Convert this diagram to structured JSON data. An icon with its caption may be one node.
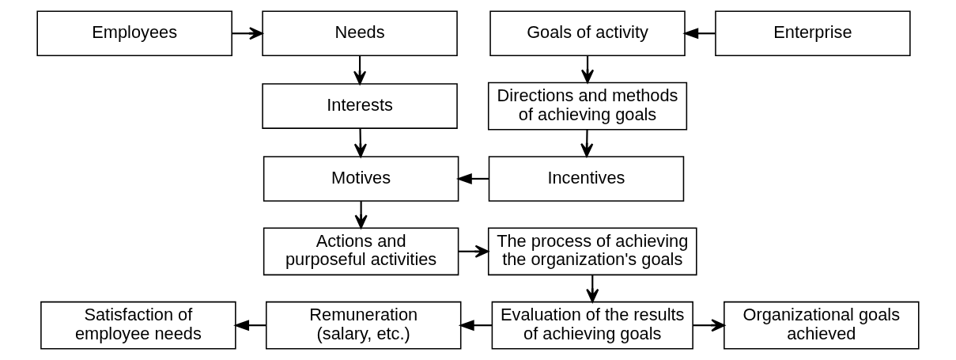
{
  "diagram": {
    "nodes": [
      {
        "text": [
          "Employees"
        ]
      },
      {
        "text": [
          "Needs"
        ]
      },
      {
        "text": [
          "Goals of activity"
        ]
      },
      {
        "text": [
          "Enterprise"
        ]
      },
      {
        "text": [
          "Interests"
        ]
      },
      {
        "text": [
          "Directions and methods of achieving goals"
        ]
      },
      {
        "text": [
          "Motives"
        ]
      },
      {
        "text": [
          "Incentives"
        ]
      },
      {
        "text": [
          "Actions and purposeful activities"
        ]
      },
      {
        "text": [
          "The process of achieving the organization's goals"
        ]
      },
      {
        "text": [
          "Satisfaction of employee needs"
        ]
      },
      {
        "text": [
          "Remuneration (salary, etc.)"
        ]
      },
      {
        "text": [
          "Evaluation of the results of achieving goals"
        ]
      },
      {
        "text": [
          "Organizational goals achieved"
        ]
      }
    ],
    "edges": [
      {
        "from": 0,
        "to": 1,
        "arrow": "to"
      },
      {
        "from": 3,
        "to": 2,
        "arrow": "to"
      },
      {
        "from": 1,
        "to": 4,
        "arrow": "to"
      },
      {
        "from": 2,
        "to": 5,
        "arrow": "to"
      },
      {
        "from": 4,
        "to": 6,
        "arrow": "to"
      },
      {
        "from": 5,
        "to": 7,
        "arrow": "to"
      },
      {
        "from": 7,
        "to": 6,
        "arrow": "to"
      },
      {
        "from": 6,
        "to": 8,
        "arrow": "to"
      },
      {
        "from": 8,
        "to": 9,
        "arrow": "to"
      },
      {
        "from": 9,
        "to": 12,
        "arrow": "to"
      },
      {
        "from": 12,
        "to": 11,
        "arrow": "to"
      },
      {
        "from": 11,
        "to": 10,
        "arrow": "to"
      },
      {
        "from": 12,
        "to": 13,
        "arrow": "to"
      }
    ]
  }
}
